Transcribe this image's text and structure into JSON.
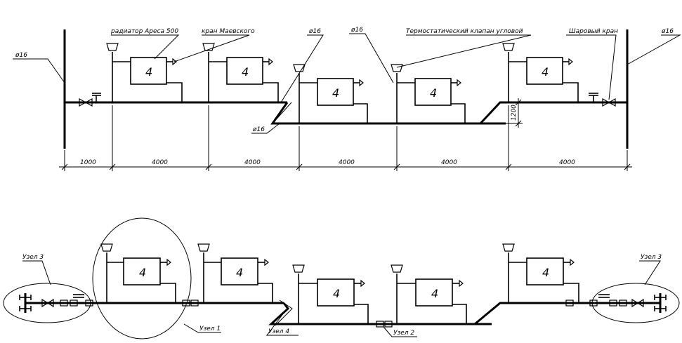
{
  "top_scheme": {
    "labels": {
      "radiator": "радиатор Ареса 500",
      "mayevsky": "кран Маевского",
      "thermo_valve": "Термостатический клапан угловой",
      "ball_valve": "Шаровый кран",
      "pipe_left": "ø16",
      "pipe_mid1": "ø16",
      "pipe_mid2": "ø16",
      "pipe_right": "ø16",
      "pipe_low": "ø16"
    },
    "radiator_number": "4",
    "level_dim": "1200",
    "dims": [
      "1000",
      "4000",
      "4000",
      "4000",
      "4000",
      "4000"
    ]
  },
  "bottom_scheme": {
    "radiator_number": "4",
    "nodes": {
      "left3": "Узел 3",
      "right3": "Узел 3",
      "n1": "Узел 1",
      "n4": "Узел 4",
      "n2": "Узел 2"
    }
  }
}
